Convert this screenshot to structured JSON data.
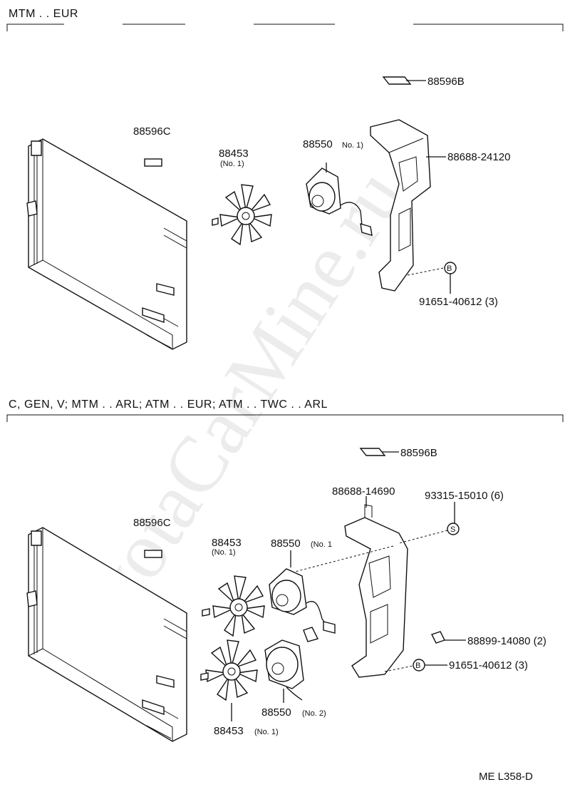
{
  "sections": [
    {
      "header": "MTM . . EUR",
      "labels": {
        "tag_top": "88596B",
        "tag_shroud": "88596C",
        "fan": "88453",
        "fan_no": "(No. 1)",
        "motor": "88550",
        "motor_no": "No. 1)",
        "shroud": "88688-24120",
        "bolt_marker": "B",
        "bolt": "91651-40612 (3)"
      }
    },
    {
      "header": "C, GEN, V;   MTM . . ARL;   ATM . . EUR;   ATM . . TWC . . ARL",
      "labels": {
        "tag_top": "88596B",
        "tag_shroud": "88596C",
        "shroud": "88688-14690",
        "screw": "93315-15010 (6)",
        "screw_marker": "S",
        "fan1": "88453",
        "fan1_no": "(No. 1)",
        "motor1": "88550",
        "motor1_no": "(No. 1",
        "clip": "88899-14080 (2)",
        "bolt_marker": "B",
        "bolt": "91651-40612 (3)",
        "motor2": "88550",
        "motor2_no": "(No. 2)",
        "fan2": "88453",
        "fan2_no": "(No. 1)"
      }
    }
  ],
  "footer": "ME   L358-D",
  "watermark": "ToyotaCarMine.ru"
}
